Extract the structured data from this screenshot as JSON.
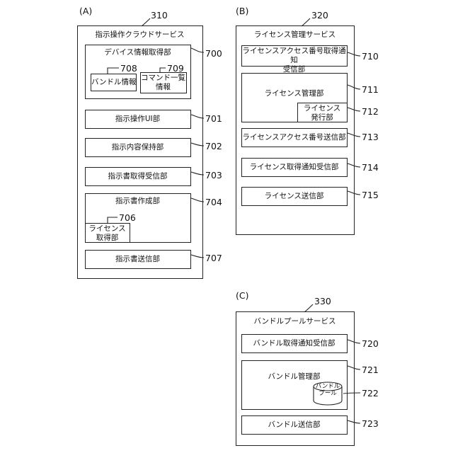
{
  "sectionA": {
    "label": "(A)",
    "ref": "310",
    "title": "指示操作クラウドサービス",
    "device": {
      "title": "デバイス情報取得部",
      "ref": "700",
      "bundle_info": {
        "text": "バンドル情報",
        "ref": "708"
      },
      "command_info": {
        "text": "コマンド一覧\n情報",
        "ref": "709"
      }
    },
    "ui": {
      "text": "指示操作UI部",
      "ref": "701"
    },
    "content": {
      "text": "指示内容保持部",
      "ref": "702"
    },
    "fetch": {
      "text": "指示書取得受信部",
      "ref": "703"
    },
    "create": {
      "title": "指示書作成部",
      "ref": "704",
      "license_get": {
        "text": "ライセンス\n取得部",
        "ref": "706"
      }
    },
    "send": {
      "text": "指示書送信部",
      "ref": "707"
    }
  },
  "sectionB": {
    "label": "(B)",
    "ref": "320",
    "title": "ライセンス管理サービス",
    "access_get": {
      "text": "ライセンスアクセス番号取得通知\n受信部",
      "ref": "710"
    },
    "manage": {
      "title": "ライセンス管理部",
      "ref": "711",
      "issue": {
        "text": "ライセンス\n発行部",
        "ref": "712"
      }
    },
    "access_send": {
      "text": "ライセンスアクセス番号送信部",
      "ref": "713"
    },
    "get_notify": {
      "text": "ライセンス取得通知受信部",
      "ref": "714"
    },
    "send": {
      "text": "ライセンス送信部",
      "ref": "715"
    }
  },
  "sectionC": {
    "label": "(C)",
    "ref": "330",
    "title": "バンドルプールサービス",
    "get_notify": {
      "text": "バンドル取得通知受信部",
      "ref": "720"
    },
    "manage": {
      "title": "バンドル管理部",
      "ref": "721",
      "pool": {
        "text": "バンドル\nプール",
        "ref": "722"
      }
    },
    "send": {
      "text": "バンドル送信部",
      "ref": "723"
    }
  }
}
